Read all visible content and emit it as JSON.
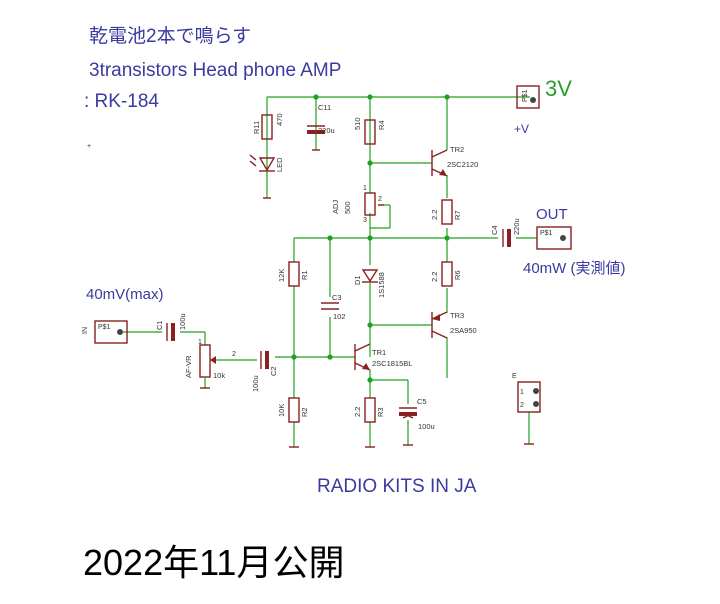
{
  "title": {
    "line1": "乾電池2本で鳴らす",
    "line2": "3transistors Head phone  AMP",
    "line3": ": RK-184"
  },
  "footer": {
    "brand": "RADIO KITS IN JA",
    "published": "2022年11月公開"
  },
  "annotations": {
    "supply_voltage": "3V",
    "input_level": "40mV(max)",
    "out_label": "OUT",
    "output_power": "40mW (実測値)",
    "plus_v": "+V"
  },
  "connectors": {
    "input": {
      "name": "IN",
      "pad": "P$1"
    },
    "supply": {
      "pad": "P$1"
    },
    "output": {
      "pad": "P$1"
    },
    "ground": {
      "name": "E",
      "pin1": "1",
      "pin2": "2"
    }
  },
  "parts": {
    "R11": {
      "ref": "R11",
      "value": "470"
    },
    "LED": {
      "ref": "LED"
    },
    "C11": {
      "ref": "C11",
      "value": "220u"
    },
    "R4": {
      "ref": "R4",
      "value": "510"
    },
    "TR2": {
      "ref": "TR2",
      "value": "2SC2120"
    },
    "ADJ": {
      "ref": "ADJ",
      "value": "500"
    },
    "R7": {
      "ref": "R7",
      "value": "2.2"
    },
    "C4": {
      "ref": "C4",
      "value": "220u"
    },
    "R1": {
      "ref": "R1",
      "value": "12K"
    },
    "D1": {
      "ref": "D1",
      "value": "1S1588"
    },
    "R6": {
      "ref": "R6",
      "value": "2.2"
    },
    "C3": {
      "ref": "C3",
      "value": "102"
    },
    "TR3": {
      "ref": "TR3",
      "value": "2SA950"
    },
    "C1": {
      "ref": "C1",
      "value": "100u"
    },
    "AFVR": {
      "ref": "AF-VR",
      "value": "10k"
    },
    "C2": {
      "ref": "C2",
      "value": "100u"
    },
    "TR1": {
      "ref": "TR1",
      "value": "2SC1815BL"
    },
    "R2": {
      "ref": "R2",
      "value": "10K"
    },
    "R3": {
      "ref": "R3",
      "value": "2.2"
    },
    "C5": {
      "ref": "C5",
      "value": "100u"
    }
  },
  "pins": {
    "p1": "1",
    "p2": "2",
    "p3": "3"
  },
  "colors": {
    "wire": "#22a022",
    "component": "#8a2020",
    "title_text": "#3a3aa0",
    "supply_label": "#2f9a2f"
  }
}
